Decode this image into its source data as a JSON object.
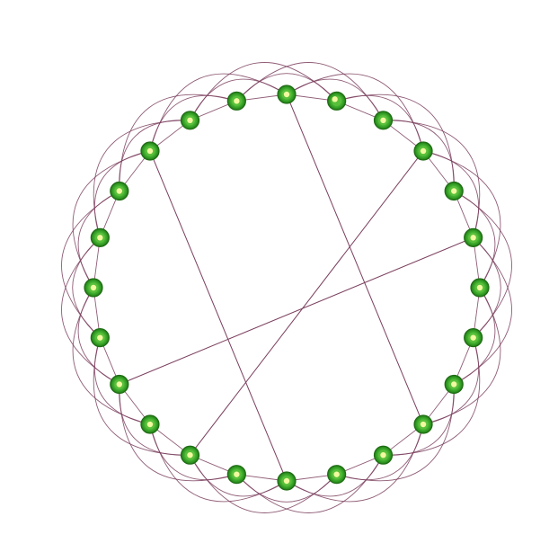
{
  "graph": {
    "node_count": 24,
    "neighbor_offsets": [
      1,
      2,
      3
    ],
    "chords": [
      [
        0,
        9
      ],
      [
        5,
        16
      ],
      [
        3,
        14
      ],
      [
        21,
        12
      ]
    ],
    "colors": {
      "background": "#ffffff",
      "edge": "#7b3f5e",
      "node_fill": "#2f9e1f",
      "node_ring": "#58c03a",
      "node_outline": "#1f6b14",
      "node_center": "#f2f9a0"
    }
  }
}
